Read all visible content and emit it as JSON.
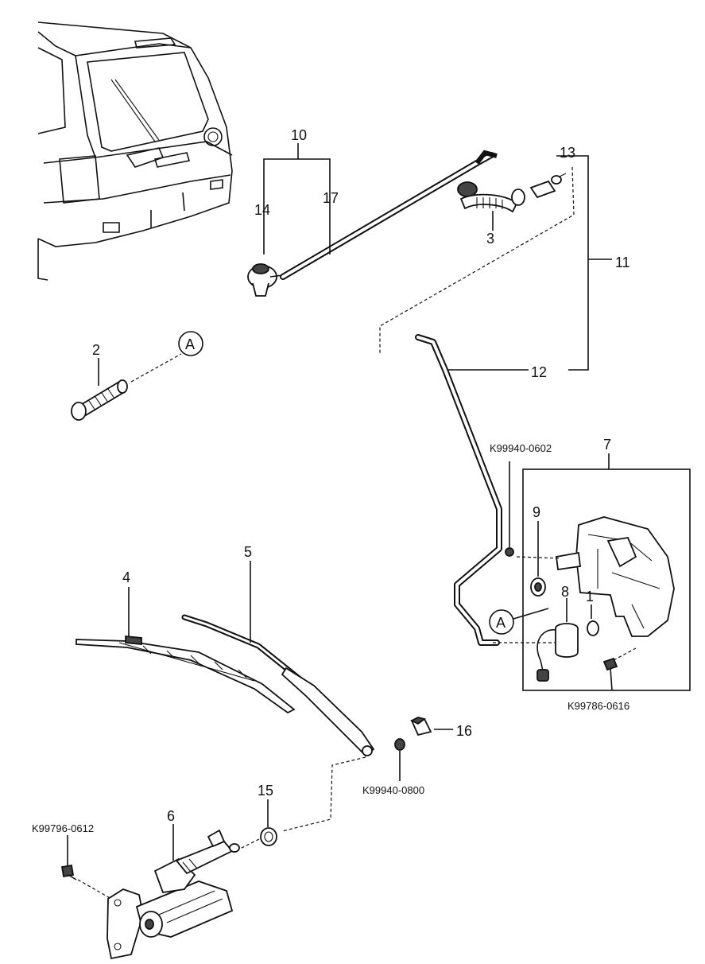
{
  "labels": {
    "n1": "1",
    "n2": "2",
    "n3": "3",
    "n4": "4",
    "n5": "5",
    "n6": "6",
    "n7": "7",
    "n8": "8",
    "n9": "9",
    "n10": "10",
    "n11": "11",
    "n12": "12",
    "n13": "13",
    "n14": "14",
    "n15": "15",
    "n16": "16",
    "n17": "17",
    "ref_a_top": "A",
    "ref_a_mid": "A",
    "code_nut_tank": "K99940-0602",
    "code_bolt_tank": "K99786-0616",
    "code_nut_arm": "K99940-0800",
    "code_bolt_motor": "K99796-0612"
  }
}
